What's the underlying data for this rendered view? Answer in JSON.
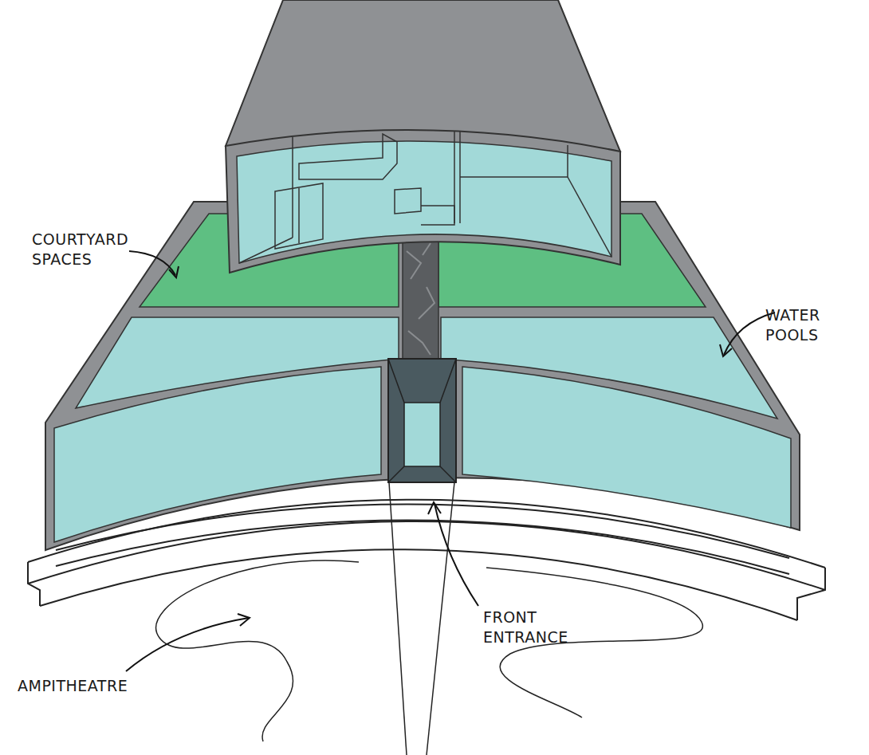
{
  "diagram": {
    "labels": [
      "COURTYARD SPACES",
      "WATER POOLS",
      "FRONT ENTRANCE",
      "AMPITHEATRE"
    ]
  }
}
